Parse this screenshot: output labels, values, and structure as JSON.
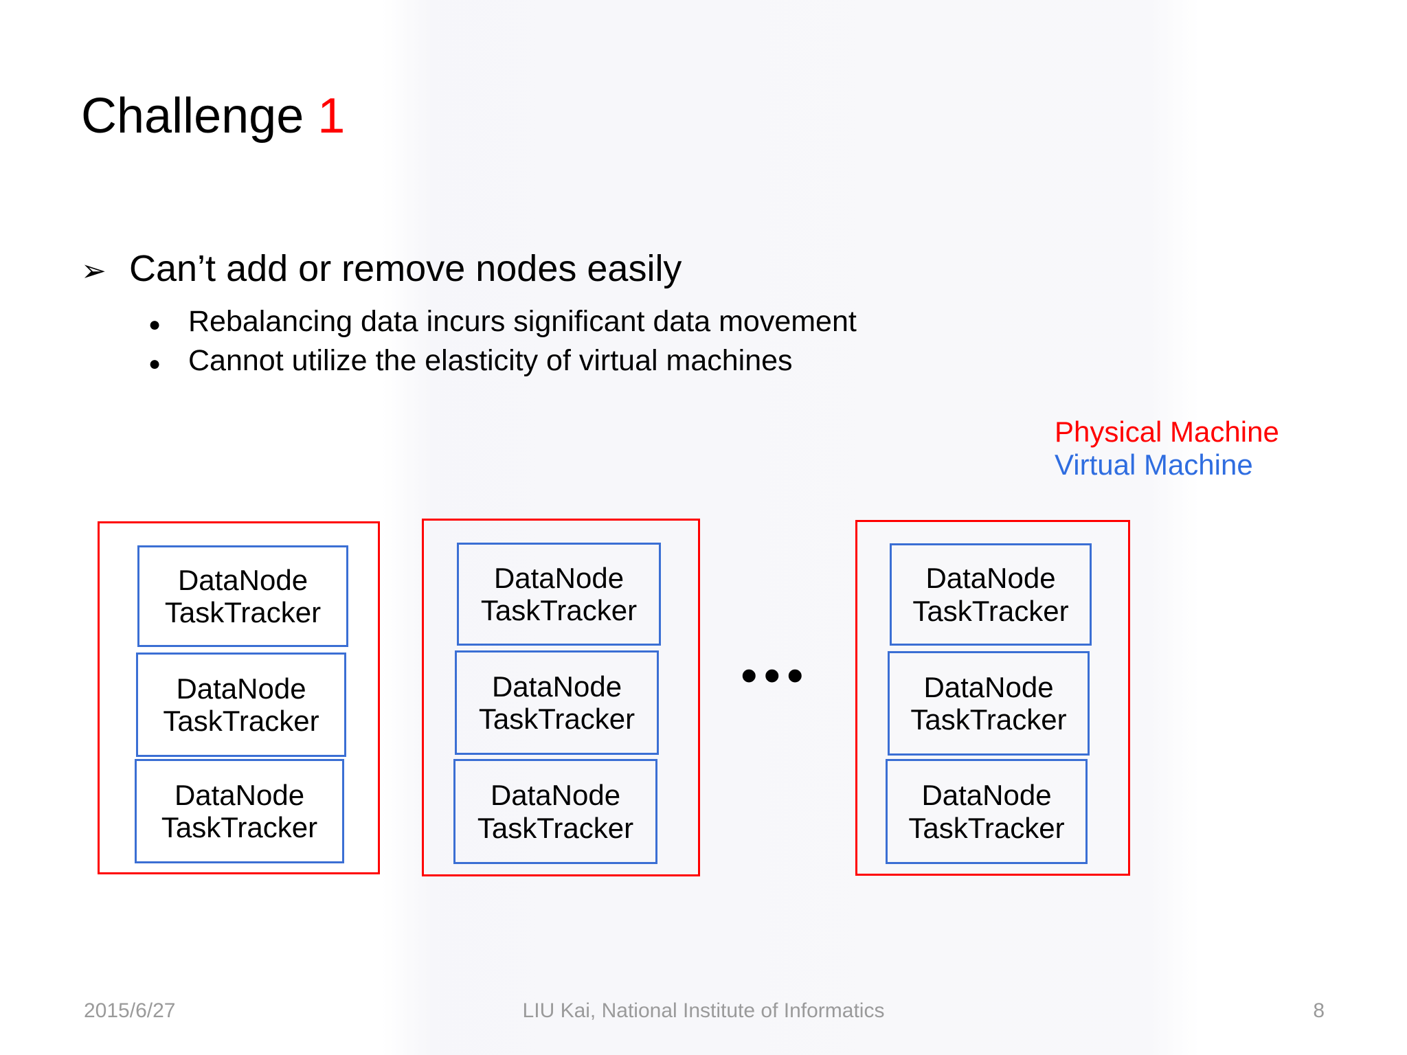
{
  "slide": {
    "title_text": "Challenge ",
    "title_number": "1",
    "title_number_color": "#FF0000"
  },
  "bullets": [
    {
      "marker": "➢",
      "text": "Can’t add or remove nodes easily",
      "level": 1
    },
    {
      "marker": "●",
      "text": "Rebalancing data incurs significant data movement",
      "level": 2
    },
    {
      "marker": "●",
      "text": "Cannot utilize the elasticity of virtual machines",
      "level": 2
    }
  ],
  "legend": {
    "physical_label": "Physical Machine",
    "physical_color": "#FF0000",
    "virtual_label": "Virtual Machine",
    "virtual_color": "#2F6DE0"
  },
  "diagram": {
    "ellipsis": "•••",
    "physical_border_color": "#FF0000",
    "virtual_border_color": "#3B6FD4",
    "groups": [
      {
        "name": "physical-machine-1",
        "vms": [
          {
            "line1": "DataNode",
            "line2": "TaskTracker"
          },
          {
            "line1": "DataNode",
            "line2": "TaskTracker"
          },
          {
            "line1": "DataNode",
            "line2": "TaskTracker"
          }
        ]
      },
      {
        "name": "physical-machine-2",
        "vms": [
          {
            "line1": "DataNode",
            "line2": "TaskTracker"
          },
          {
            "line1": "DataNode",
            "line2": "TaskTracker"
          },
          {
            "line1": "DataNode",
            "line2": "TaskTracker"
          }
        ]
      },
      {
        "name": "physical-machine-3",
        "vms": [
          {
            "line1": "DataNode",
            "line2": "TaskTracker"
          },
          {
            "line1": "DataNode",
            "line2": "TaskTracker"
          },
          {
            "line1": "DataNode",
            "line2": "TaskTracker"
          }
        ]
      }
    ]
  },
  "footer": {
    "date": "2015/6/27",
    "attribution": "LIU Kai, National Institute of Informatics",
    "page_number": "8"
  }
}
